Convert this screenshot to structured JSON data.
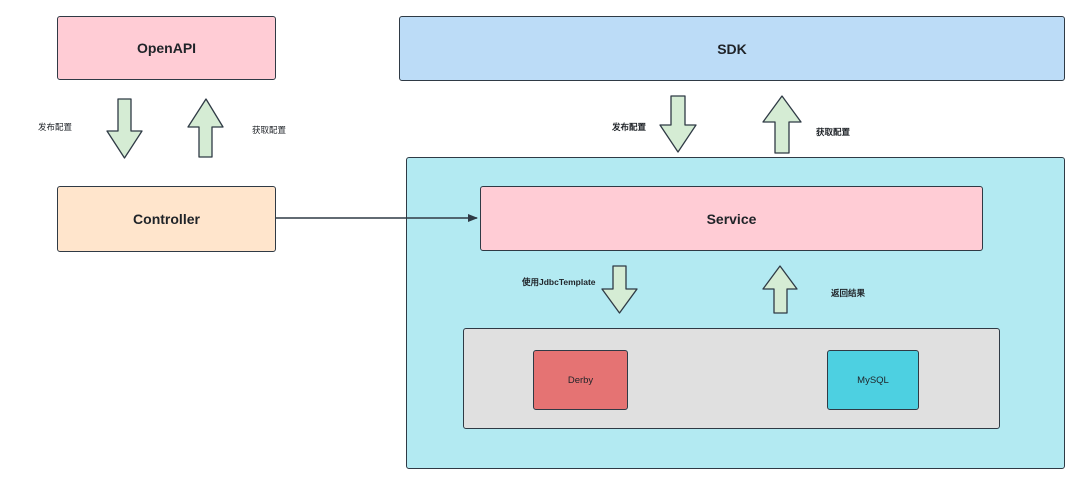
{
  "nodes": {
    "openapi": {
      "label": "OpenAPI",
      "color": "#ffccd5"
    },
    "sdk": {
      "label": "SDK",
      "color": "#bcdcf7"
    },
    "controller": {
      "label": "Controller",
      "color": "#ffe5cc"
    },
    "server_container": {
      "color": "#b3eaf2"
    },
    "service": {
      "label": "Service",
      "color": "#ffccd5"
    },
    "db_group": {
      "color": "#e0e0e0"
    },
    "derby": {
      "label": "Derby",
      "color": "#e57373"
    },
    "mysql": {
      "label": "MySQL",
      "color": "#4dd0e1"
    }
  },
  "labels": {
    "left_publish": "发布配置",
    "left_get": "获取配置",
    "right_publish": "发布配置",
    "right_get": "获取配置",
    "use_jdbc": "使用JdbcTemplate",
    "return_result": "返回结果"
  },
  "arrow_color": "#d5ecd4"
}
